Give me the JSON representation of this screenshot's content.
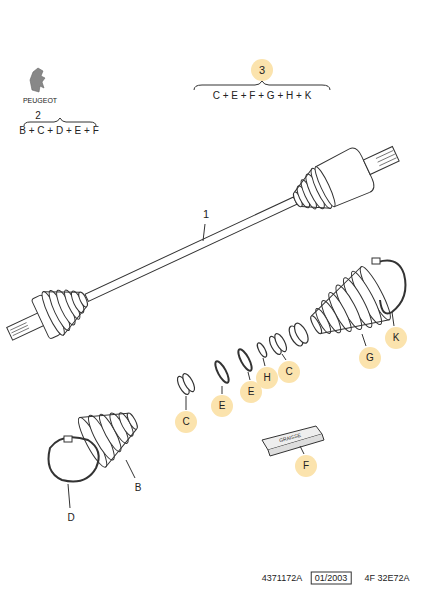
{
  "diagram": {
    "labels": [
      "PEUGEOT",
      "2",
      "B + C + D + E + F",
      "3",
      "C + E + F + G + H + K",
      "1",
      "B",
      "D",
      "C",
      "E",
      "E",
      "H",
      "C",
      "G",
      "K",
      "F",
      "GRAISSE",
      "4371172A",
      "01/2003",
      "4F 32E72A"
    ]
  }
}
